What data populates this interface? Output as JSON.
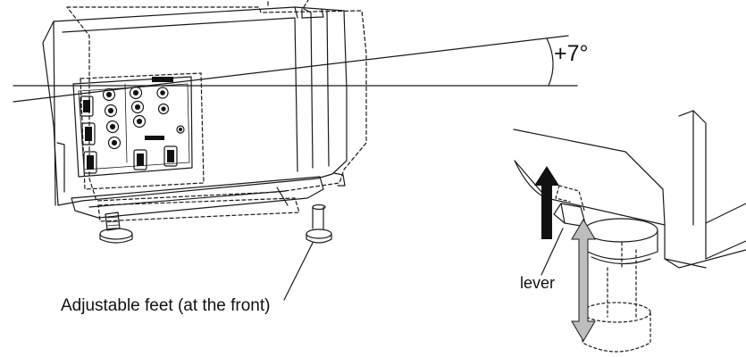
{
  "labels": {
    "angle": "+7°",
    "adjustable_feet": "Adjustable feet (at the front)",
    "lever": "lever"
  },
  "colors": {
    "line": "#1a1a1a",
    "arrow_fill": "#111111",
    "double_arrow_fill": "#bdbdbd",
    "background": "#ffffff"
  },
  "icons": {
    "up_arrow": "up-arrow-icon",
    "double_arrow": "up-down-arrow-icon"
  }
}
